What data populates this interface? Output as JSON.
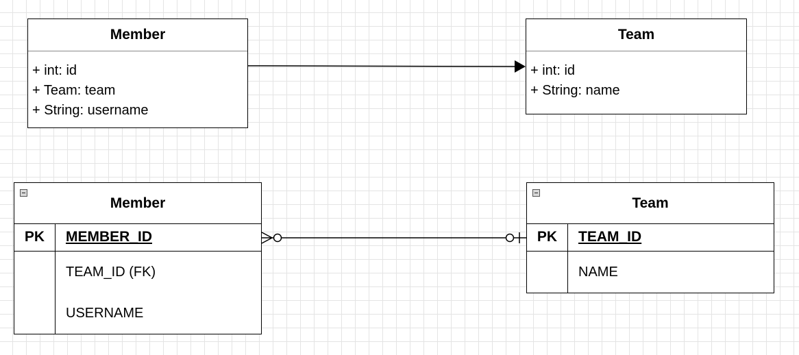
{
  "class_diagram": {
    "member": {
      "title": "Member",
      "attributes": [
        "+ int: id",
        "+ Team: team",
        "+ String: username"
      ]
    },
    "team": {
      "title": "Team",
      "attributes": [
        "+ int: id",
        "+ String: name"
      ]
    },
    "association": "directed"
  },
  "er_diagram": {
    "member": {
      "title": "Member",
      "pk_label": "PK",
      "pk_column": "MEMBER_ID",
      "columns": [
        "TEAM_ID (FK)",
        "USERNAME"
      ]
    },
    "team": {
      "title": "Team",
      "pk_label": "PK",
      "pk_column": "TEAM_ID",
      "columns": [
        "NAME"
      ]
    },
    "relationship": {
      "member_end": "zero-or-many",
      "team_end": "zero-or-one"
    }
  },
  "colors": {
    "stroke": "#000000",
    "grid": "#e4e4e4",
    "background": "#ffffff"
  }
}
